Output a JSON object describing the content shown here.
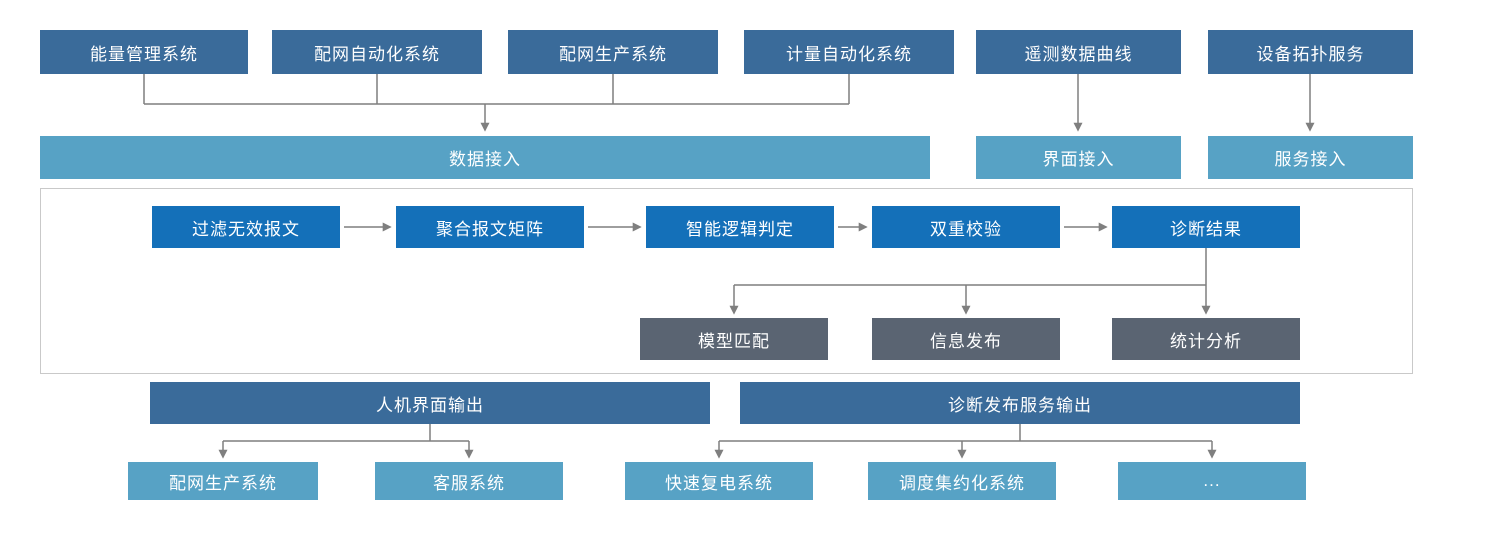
{
  "colors": {
    "dark_blue": "#3a6b9a",
    "medium_blue": "#57a2c5",
    "bright_blue": "#1470b9",
    "dark_gray": "#5a6472",
    "line_gray": "#7f7f7f",
    "border_gray": "#c9c9c9"
  },
  "sources": {
    "items": [
      {
        "label": "能量管理系统"
      },
      {
        "label": "配网自动化系统"
      },
      {
        "label": "配网生产系统"
      },
      {
        "label": "计量自动化系统"
      },
      {
        "label": "遥测数据曲线"
      },
      {
        "label": "设备拓扑服务"
      }
    ]
  },
  "access": {
    "data_label": "数据接入",
    "interface_label": "界面接入",
    "service_label": "服务接入"
  },
  "process": {
    "steps": [
      {
        "label": "过滤无效报文"
      },
      {
        "label": "聚合报文矩阵"
      },
      {
        "label": "智能逻辑判定"
      },
      {
        "label": "双重校验"
      },
      {
        "label": "诊断结果"
      }
    ],
    "outputs": [
      {
        "label": "模型匹配"
      },
      {
        "label": "信息发布"
      },
      {
        "label": "统计分析"
      }
    ]
  },
  "outputs": {
    "hmi_label": "人机界面输出",
    "service_label": "诊断发布服务输出"
  },
  "consumers": {
    "items": [
      {
        "label": "配网生产系统"
      },
      {
        "label": "客服系统"
      },
      {
        "label": "快速复电系统"
      },
      {
        "label": "调度集约化系统"
      },
      {
        "label": "..."
      }
    ]
  }
}
